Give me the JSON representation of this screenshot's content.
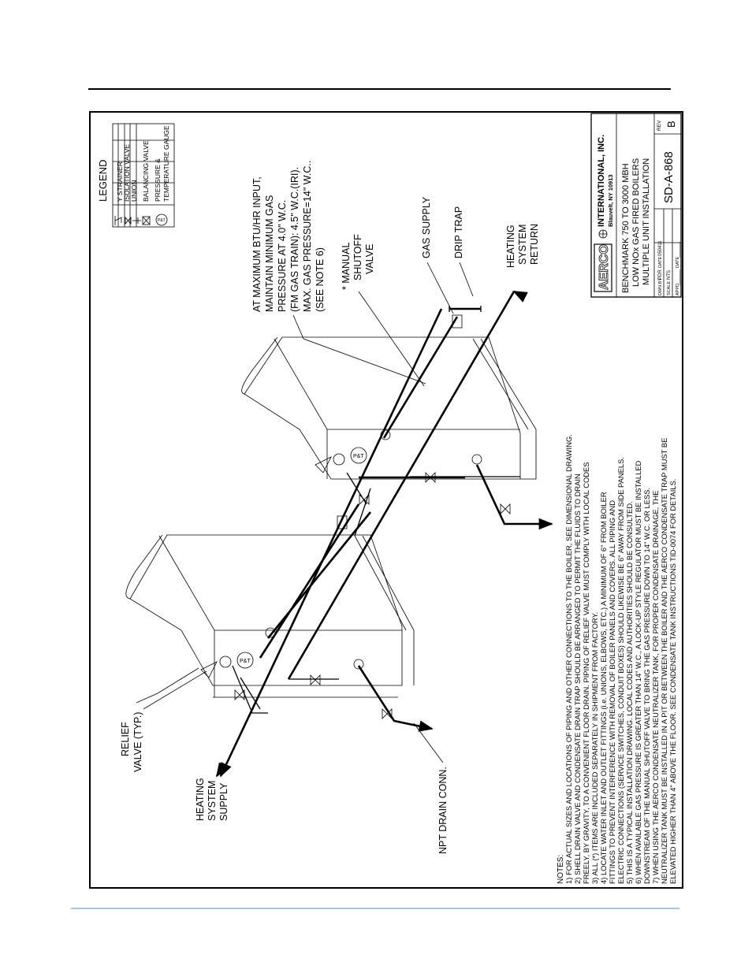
{
  "legend": {
    "title": "LEGEND",
    "items": [
      {
        "symbol": "y-strainer-icon",
        "label": "Y STRAINER"
      },
      {
        "symbol": "isolation-valve-icon",
        "label": "ISOLATION VALVE"
      },
      {
        "symbol": "union-icon",
        "label": "UNION"
      },
      {
        "symbol": "balancing-valve-icon",
        "label": "BALANCING VALVE"
      },
      {
        "symbol": "pressure-temperature-gauge-icon",
        "label": "PRESSURE &",
        "label2": "TEMPERATURE GAUGE"
      }
    ]
  },
  "gas_note": [
    "AT MAXIMUM BTU/HR INPUT,",
    "MAINTAIN MINIMUM GAS",
    "PRESSURE AT 4.0\" W.C.",
    "(FM GAS TRAIN): 4.5\" W.C.(IRI).",
    "MAX. GAS PRESSURE=14\" W.C..",
    "(SEE NOTE 6)"
  ],
  "labels": {
    "manual_shutoff": [
      "*  MANUAL",
      "SHUTOFF",
      "VALVE"
    ],
    "gas_supply": "GAS SUPPLY",
    "drip_trap": "DRIP TRAP",
    "heating_return": [
      "HEATING",
      "SYSTEM",
      "RETURN"
    ],
    "relief_valve": [
      "RELIEF",
      "VALVE (TYP.)"
    ],
    "heating_supply": [
      "HEATING",
      "SYSTEM",
      "SUPPLY"
    ],
    "npt_drain": "NPT DRAIN CONN.",
    "gauge_tag": "P&T"
  },
  "notes": {
    "title": "NOTES:",
    "lines": [
      "1)  FOR ACTUAL SIZES AND LOCATIONS OF PIPING AND OTHER CONNECTIONS TO THE BOILER, SEE DIMENSIONAL DRAWING.",
      "2)  SHELL DRAIN VALVE AND CONDENSATE DRAIN TRAP SHOULD BE ARRANGED TO PERMIT THE FLUIDS TO DRAIN",
      "     FREELY, BY GRAVITY, TO A CONVENIENT FLOOR DRAIN. PIPING OF RELIEF VALVE MUST COMPLY WITH LOCAL CODES",
      "3)  ALL (*) ITEMS ARE INCLUDED SEPARATELY IN SHIPMENT FROM FACTORY.",
      "4)  LOCATE WATER INLET AND OUTLET FITTINGS (i.e. UNIONS, ELBOWS, ETC.) A MINIMUM OF 6\" FROM BOILER",
      "     FITTINGS TO PREVENT INTERFERENCE WITH REMOVAL OF BOILER PANELS AND COVERS.  ALL PIPING AND",
      "     ELECTRIC CONNECTIONS (SERVICE SWITCHES, CONDUIT BOXES) SHOULD LIKEWISE BE 6\" AWAY FROM SIDE PANELS.",
      "5)  THIS IS A TYPICAL INSTALLATION DRAWING.  LOCAL CODES AND AUTHORITIES SHOULD BE CONSULTED.",
      "6)  WHEN AVAILABLE GAS PRESSURE IS GREATER THAN 14\" W.C., A LOCK-UP STYLE REGULATOR MUST BE INSTALLED",
      "     DOWNSTREAM OF THE MANUAL SHUTOFF VALVE TO BRING THE GAS PRESSURE DOWN TO 14\" W.C. OR LESS.",
      "7)  WHEN USING THE AERCO CONDENSATE NEUTRALIZER TANK, FOR PROPER CONDENSATE DRAINAGE, THE",
      "NEUTRALIZER TANK MUST BE INSTALLED IN A PIT OR BETWEEN THE BOILER AND THE AERCO CONDENSATE TRAP MUST BE",
      "ELEVATED HIGHER THAN 4\" ABOVE THE FLOOR. SEE CONDENSATE TANK INSTRUCTIONS TID-0074 FOR DETAILS."
    ]
  },
  "title_block": {
    "logo": "AERCO",
    "company": "INTERNATIONAL, INC.",
    "location": "Blauvelt, NY 10913",
    "title_lines": [
      "BENCHMARK 750 TO 3000 MBH",
      "LOW NOx GAS FIRED BOILERS",
      "MULTIPLE UNIT INSTALLATION"
    ],
    "drwn_by_label": "DWN.BY",
    "drwn_by": "PDR",
    "date_label": "DATE",
    "date": "050411",
    "scale_label": "SCALE",
    "scale": "NTS",
    "appd_label": "APPD.",
    "appd": "______",
    "appd_date_label": "DATE",
    "appd_date": "______",
    "drawing_number": "SD-A-868",
    "rev_label": "REV",
    "rev": "B"
  },
  "colors": {
    "ink": "#000000",
    "footer_rule": "#4a90c8"
  }
}
